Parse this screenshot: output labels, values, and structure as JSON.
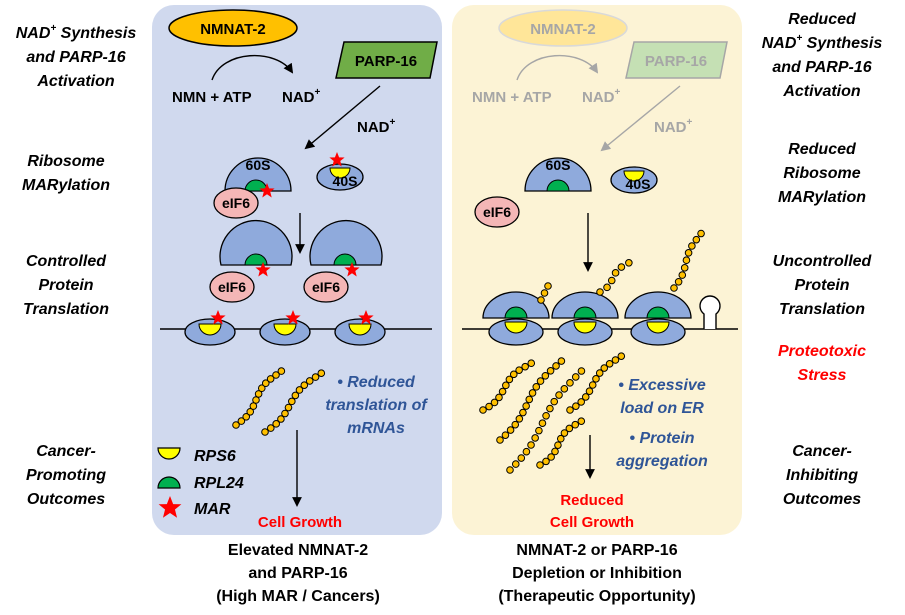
{
  "left_labels": {
    "row1": [
      "NAD",
      "+",
      " Synthesis",
      "and PARP-16",
      "Activation"
    ],
    "row2": [
      "Ribosome",
      "MARylation"
    ],
    "row3": [
      "Controlled",
      "Protein",
      "Translation"
    ],
    "row4": [
      "Cancer-",
      "Promoting",
      "Outcomes"
    ]
  },
  "right_labels": {
    "row1": [
      "Reduced",
      "NAD",
      "+",
      " Synthesis",
      "and PARP-16",
      "Activation"
    ],
    "row2": [
      "Reduced",
      "Ribosome",
      "MARylation"
    ],
    "row3": [
      "Uncontrolled",
      "Protein",
      "Translation"
    ],
    "stress": [
      "Proteotoxic",
      "Stress"
    ],
    "row4": [
      "Cancer-",
      "Inhibiting",
      "Outcomes"
    ]
  },
  "panel_left": {
    "nmnat": "NMNAT-2",
    "parp": "PARP-16",
    "substrates": "NMN + ATP",
    "nad": "NAD",
    "nad_sup": "+",
    "nad2": "NAD",
    "nad2_sup": "+",
    "s60": "60S",
    "s40": "40S",
    "eif6": "eIF6",
    "notes": [
      "• Reduced",
      "translation of",
      "mRNAs"
    ],
    "outcome": "Cell Growth",
    "caption": [
      "Elevated NMNAT-2",
      "and PARP-16",
      "(High MAR / Cancers)"
    ]
  },
  "panel_right": {
    "nmnat": "NMNAT-2",
    "parp": "PARP-16",
    "substrates": "NMN + ATP",
    "nad": "NAD",
    "nad_sup": "+",
    "nad2": "NAD",
    "nad2_sup": "+",
    "s60": "60S",
    "s40": "40S",
    "eif6": "eIF6",
    "notes": [
      "• Excessive",
      "load on ER",
      "• Protein",
      "aggregation"
    ],
    "outcome": [
      "Reduced",
      "Cell Growth"
    ],
    "caption": [
      "NMNAT-2 or PARP-16",
      "Depletion or Inhibition",
      "(Therapeutic Opportunity)"
    ]
  },
  "legend": {
    "rps6": "RPS6",
    "rpl24": "RPL24",
    "mar": "MAR"
  },
  "colors": {
    "panel_left": "#d0d9ee",
    "panel_right": "#fcf3d5",
    "nmnat": "#ffc000",
    "parp": "#70ad47",
    "ribosome": "#8faadc",
    "eif6": "#f4b6b6",
    "rps6": "#ffff00",
    "rpl24": "#00b050",
    "mar": "#ff0000",
    "bead": "#ffc000",
    "red_text": "#ff0000",
    "blue_text": "#2f5597"
  }
}
